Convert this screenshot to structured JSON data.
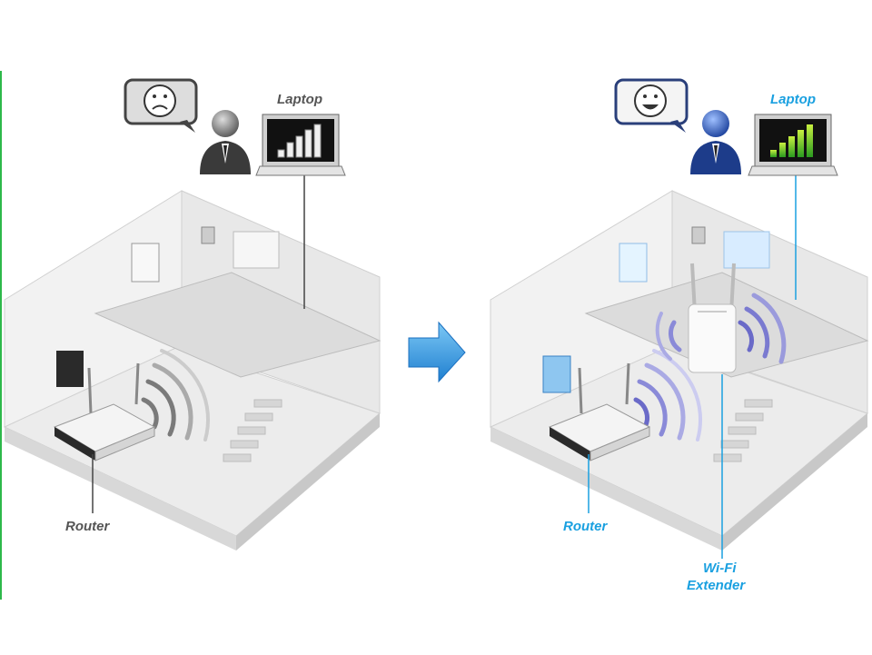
{
  "before": {
    "laptop_label": "Laptop",
    "router_label": "Router",
    "mood": "sad",
    "label_color": "#555555"
  },
  "after": {
    "laptop_label": "Laptop",
    "router_label": "Router",
    "extender_label_line1": "Wi-Fi",
    "extender_label_line2": "Extender",
    "mood": "happy",
    "label_color": "#1aa0e0",
    "signal_color": "#6a6ac8"
  },
  "arrow": {
    "icon": "right-arrow-icon",
    "color": "#2e8fd8"
  },
  "accent_border_color": "#2db84a"
}
